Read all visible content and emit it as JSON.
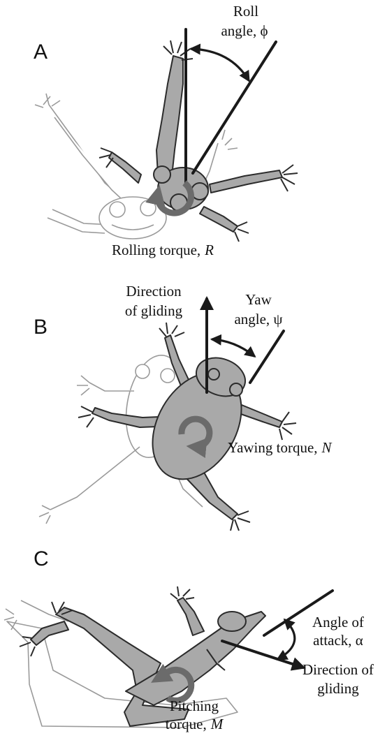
{
  "panels": {
    "a": {
      "letter": "A",
      "roll_label": "Roll",
      "roll_angle_label": "angle, ϕ",
      "torque_label": "Rolling torque,",
      "torque_symbol": "R"
    },
    "b": {
      "letter": "B",
      "direction_label_1": "Direction",
      "direction_label_2": "of gliding",
      "yaw_label": "Yaw",
      "yaw_angle_label": "angle, ψ",
      "torque_label": "Yawing torque,",
      "torque_symbol": "N"
    },
    "c": {
      "letter": "C",
      "attack_label_1": "Angle of",
      "attack_label_2": "attack, α",
      "direction_label_1": "Direction of",
      "direction_label_2": "gliding",
      "torque_label_1": "Pitching",
      "torque_label_2": "torque,",
      "torque_symbol": "M"
    }
  },
  "colors": {
    "frog_fill": "#a9a9a9",
    "torque_arrow": "#6b6b6b",
    "ink": "#1a1a1a",
    "ghost_outline": "#9a9a9a"
  }
}
